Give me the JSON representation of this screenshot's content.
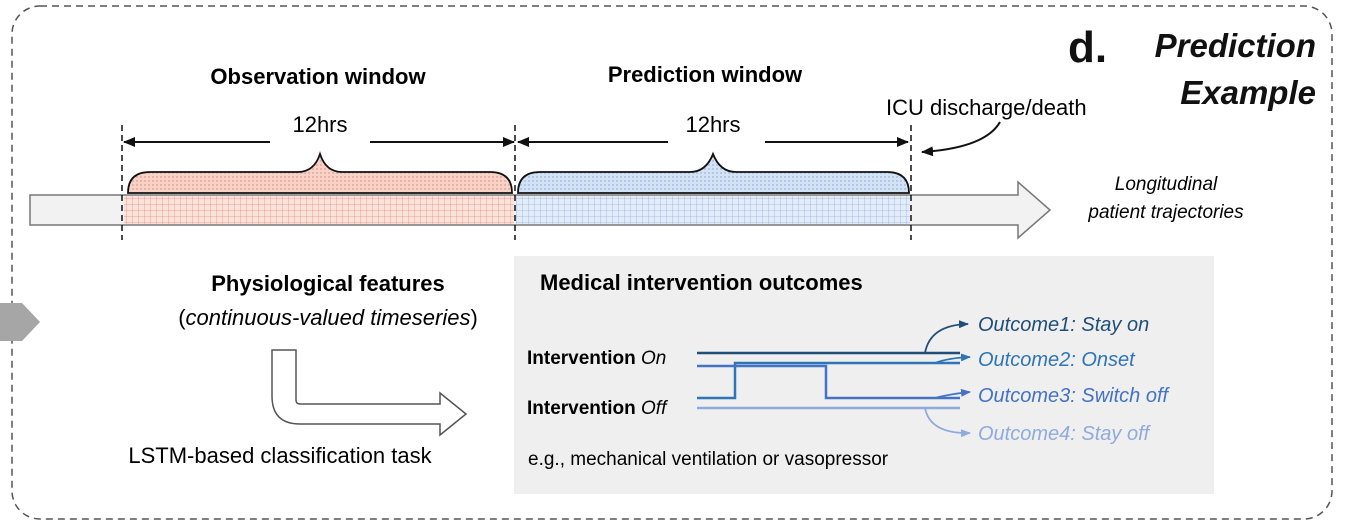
{
  "panel": {
    "label_letter": "d.",
    "title_line1": "Prediction",
    "title_line2": "Example"
  },
  "timeline": {
    "observation_window_label": "Observation window",
    "prediction_window_label": "Prediction window",
    "observation_duration": "12hrs",
    "prediction_duration": "12hrs",
    "end_event_label": "ICU discharge/death",
    "trajectory_label_line1": "Longitudinal",
    "trajectory_label_line2": "patient trajectories"
  },
  "features": {
    "title": "Physiological features",
    "subtitle_open": "(",
    "subtitle_italic": "continuous-valued timeseries",
    "subtitle_close": ")",
    "task_label": "LSTM-based classification task"
  },
  "outcomes_box": {
    "title": "Medical intervention outcomes",
    "intervention_on_prefix": "Intervention ",
    "intervention_on_state": "On",
    "intervention_off_prefix": "Intervention ",
    "intervention_off_state": "Off",
    "outcome1": "Outcome1: Stay on",
    "outcome2": "Outcome2: Onset",
    "outcome3": "Outcome3: Switch off",
    "outcome4": "Outcome4: Stay off",
    "example_text": "e.g., mechanical ventilation or vasopressor"
  },
  "colors": {
    "observation_fill": "#f3c3b6",
    "observation_grid": "#e58f7e",
    "prediction_fill": "#c4d6f1",
    "prediction_grid": "#93b2e0",
    "outcome1": "#1f4e79",
    "outcome2": "#2e75b6",
    "outcome3": "#4472c4",
    "outcome4": "#8faadc",
    "box_bg": "#efefef"
  }
}
